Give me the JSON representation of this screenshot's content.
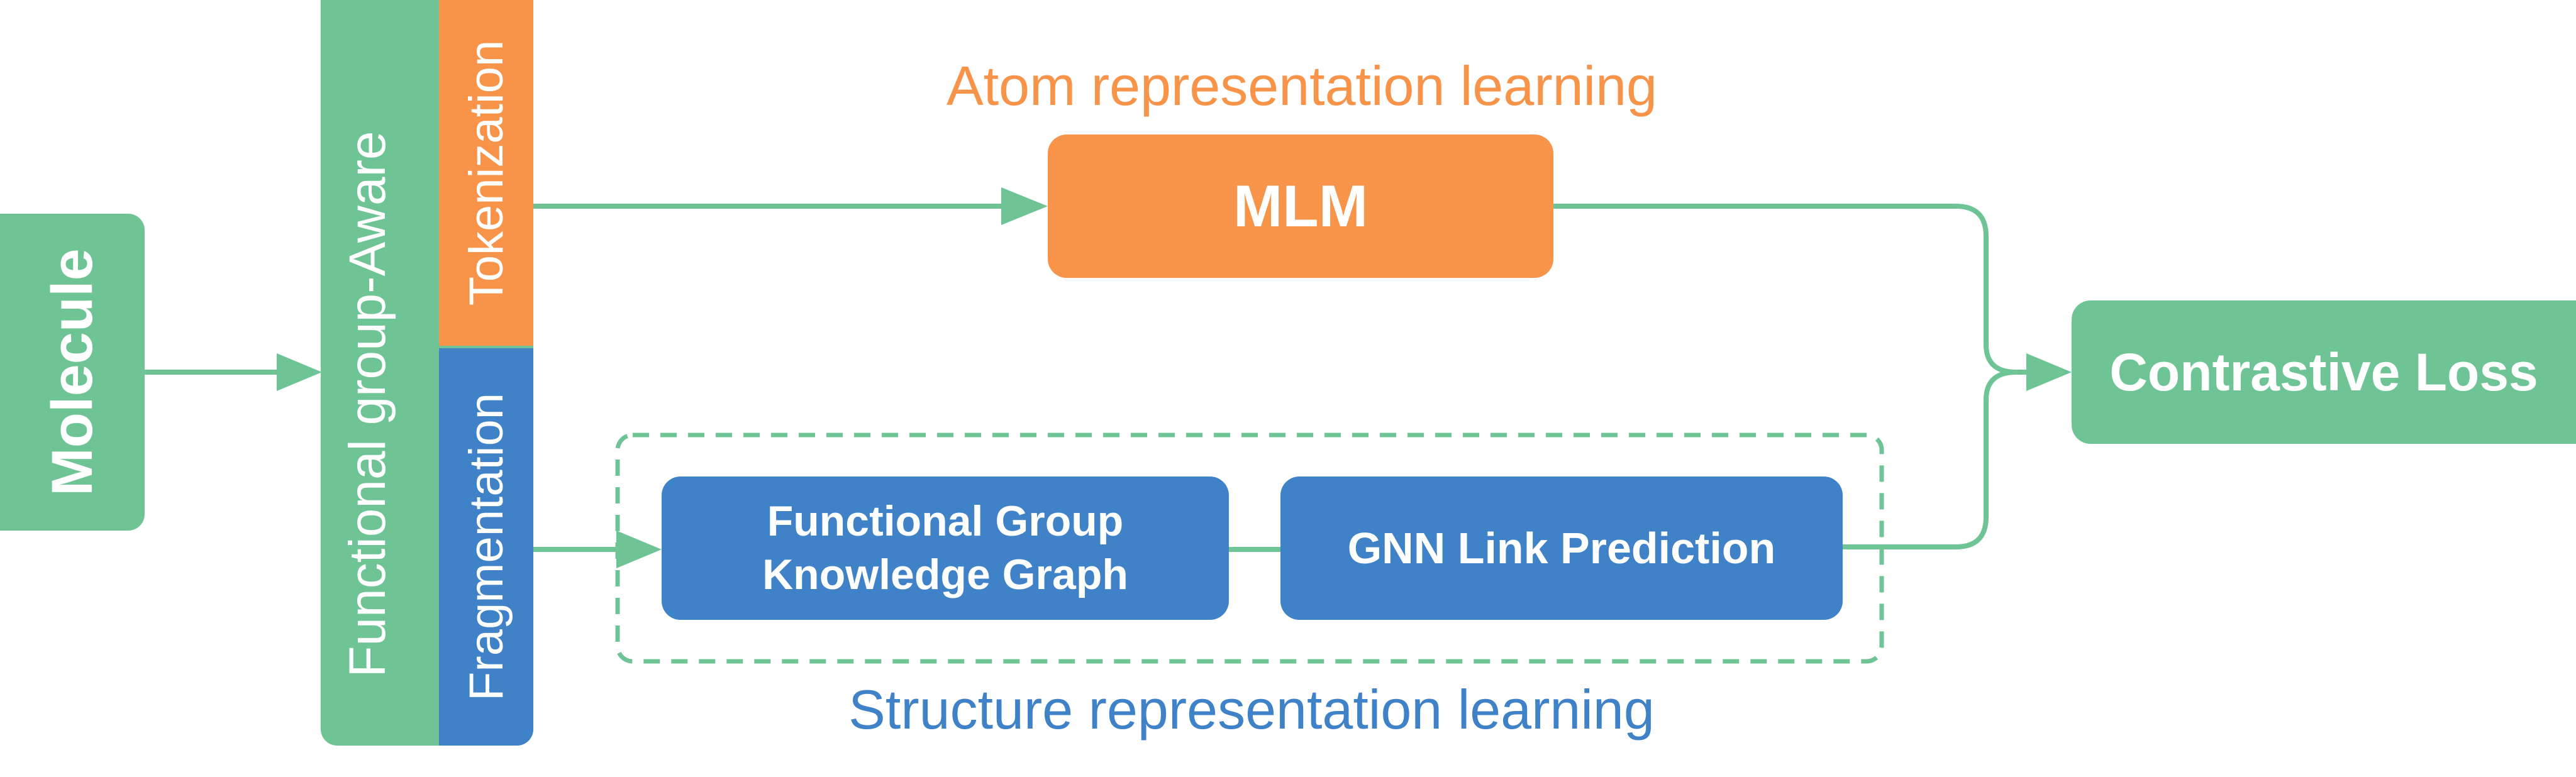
{
  "colors": {
    "green": "#6fc496",
    "orange": "#f7944a",
    "blue": "#3f82c8",
    "white": "#ffffff"
  },
  "nodes": {
    "molecule": "Molecule",
    "tokenizer_outer": "Functional group-Aware",
    "tokenization": "Tokenization",
    "fragmentation": "Fragmentation",
    "mlm": "MLM",
    "fg_kg_line1": "Functional Group",
    "fg_kg_line2": "Knowledge Graph",
    "gnn": "GNN Link Prediction",
    "contrastive": "Contrastive Loss"
  },
  "captions": {
    "atom": "Atom representation learning",
    "structure": "Structure representation learning"
  }
}
